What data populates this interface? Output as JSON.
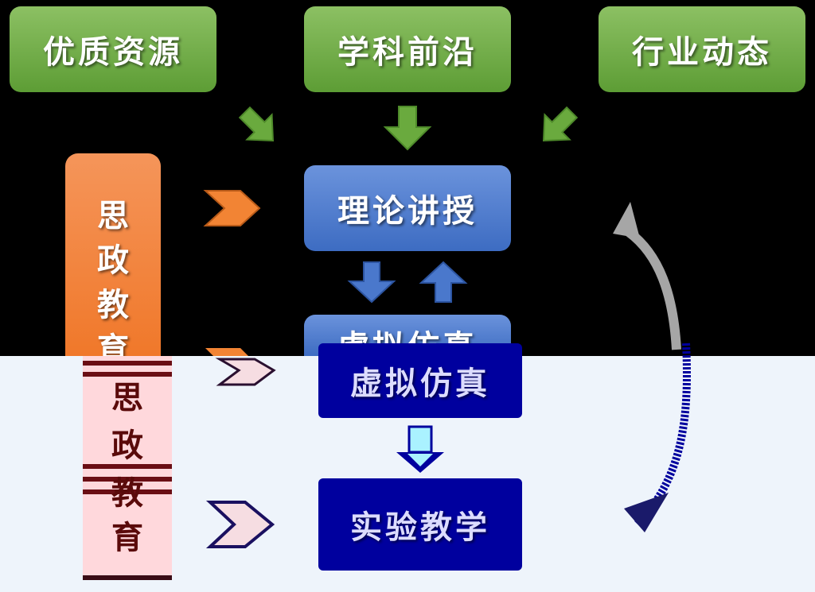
{
  "top_sources": [
    {
      "label": "优质资源"
    },
    {
      "label": "学科前沿"
    },
    {
      "label": "行业动态"
    }
  ],
  "left_column": {
    "upper_chars": [
      "思",
      "政",
      "教",
      "育"
    ],
    "lower_chars": [
      "思",
      "政",
      "教",
      "育"
    ]
  },
  "center": {
    "theory": "理论讲授",
    "virtual": "虚拟仿真",
    "lower_box_1": "虚拟仿真",
    "lower_box_2": "实验教学"
  },
  "colors": {
    "green": "#6aaa3e",
    "blue": "#4a78cc",
    "orange": "#f28434",
    "navy": "#00009e",
    "gray_arrow": "#a6a6a6"
  }
}
